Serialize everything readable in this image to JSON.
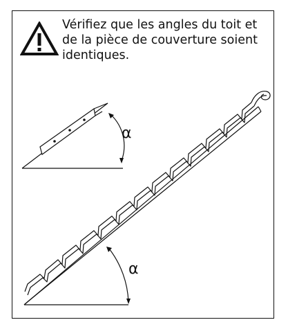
{
  "notice": {
    "text": "Vérifiez que les angles du toit et de la pièce de couverture soient identiques.",
    "icon": "warning-triangle-icon"
  },
  "diagram": {
    "small_angle_label": "α",
    "large_angle_label": "α"
  }
}
